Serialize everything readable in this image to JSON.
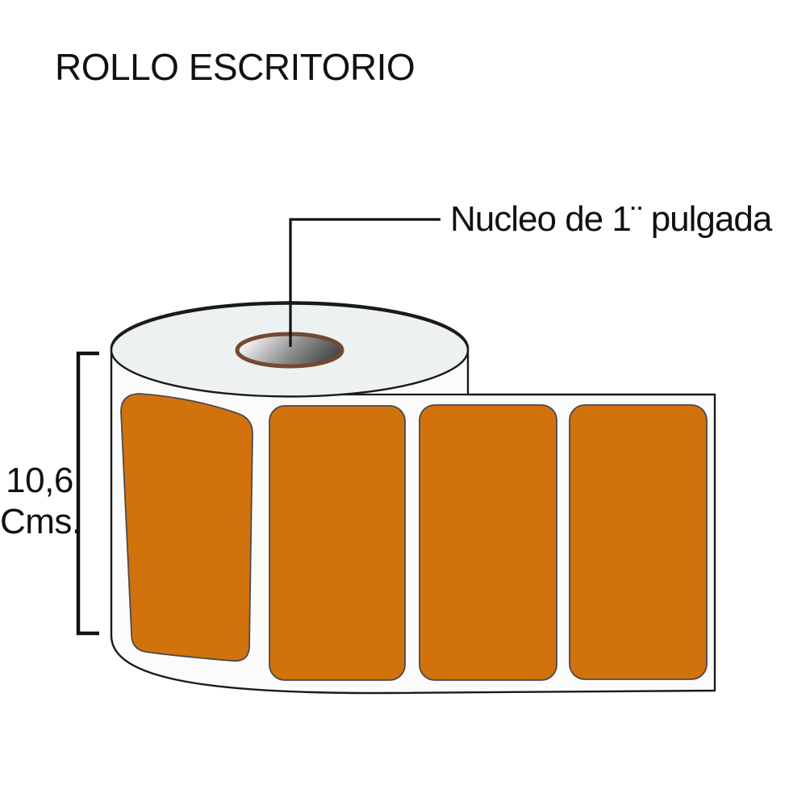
{
  "title": "ROLLO ESCRITORIO",
  "annotation": {
    "label": "Nucleo de 1¨ pulgada"
  },
  "dimension": {
    "value": "10,6",
    "unit": "Cms."
  },
  "diagram": {
    "type": "product-diagram",
    "subject": "label-roll",
    "label_count": 4
  },
  "colors": {
    "label_orange": "#d2720d",
    "core_ring_brown": "#75492e",
    "core_gradient_start": "#ffffff",
    "core_gradient_mid": "#909090",
    "core_gradient_end": "#3f3f3f",
    "disc_fill": "#edf1f2",
    "paper_white": "#fbfbfb",
    "outline_black": "#1a1a1a",
    "text_black": "#111111"
  }
}
